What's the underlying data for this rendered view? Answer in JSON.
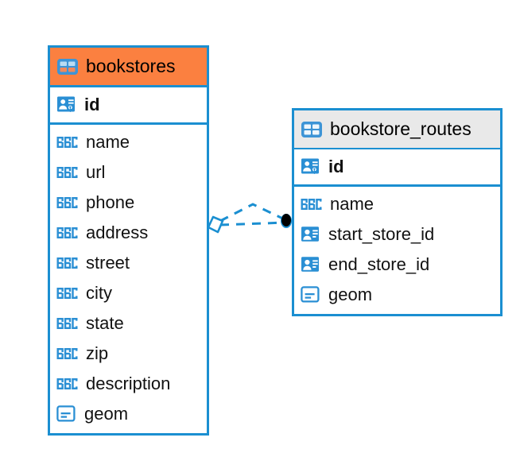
{
  "diagram": {
    "type": "entity-relationship-diagram",
    "background_color": "#ffffff",
    "accent_color": "#1b8fd1",
    "highlight_color": "#fb8040",
    "entities": [
      {
        "name": "bookstores",
        "header_color": "#fb8040",
        "table_icon": "table-icon",
        "primary_keys": [
          {
            "label": "id",
            "icon": "primary-key-icon",
            "type_icon": "key-card"
          }
        ],
        "attributes": [
          {
            "label": "name",
            "icon": "text-type-icon",
            "type": "ABC"
          },
          {
            "label": "url",
            "icon": "text-type-icon",
            "type": "ABC"
          },
          {
            "label": "phone",
            "icon": "text-type-icon",
            "type": "ABC"
          },
          {
            "label": "address",
            "icon": "text-type-icon",
            "type": "ABC"
          },
          {
            "label": "street",
            "icon": "text-type-icon",
            "type": "ABC"
          },
          {
            "label": "city",
            "icon": "text-type-icon",
            "type": "ABC"
          },
          {
            "label": "state",
            "icon": "text-type-icon",
            "type": "ABC"
          },
          {
            "label": "zip",
            "icon": "text-type-icon",
            "type": "ABC"
          },
          {
            "label": "description",
            "icon": "text-type-icon",
            "type": "ABC"
          },
          {
            "label": "geom",
            "icon": "geometry-type-icon",
            "type": "geom"
          }
        ]
      },
      {
        "name": "bookstore_routes",
        "header_color": "#e9e9e9",
        "table_icon": "table-icon",
        "primary_keys": [
          {
            "label": "id",
            "icon": "primary-key-icon",
            "type_icon": "key-card"
          }
        ],
        "attributes": [
          {
            "label": "name",
            "icon": "text-type-icon",
            "type": "ABC"
          },
          {
            "label": "start_store_id",
            "icon": "foreign-key-icon",
            "type": "fk"
          },
          {
            "label": "end_store_id",
            "icon": "foreign-key-icon",
            "type": "fk"
          },
          {
            "label": "geom",
            "icon": "geometry-type-icon",
            "type": "geom"
          }
        ]
      }
    ],
    "relationship": {
      "name": "bookstores-to-bookstore_routes",
      "style": "dashed",
      "color": "#1b8fd1",
      "source_marker": "diamond-marker",
      "target_marker": "filled-circle-marker"
    }
  }
}
